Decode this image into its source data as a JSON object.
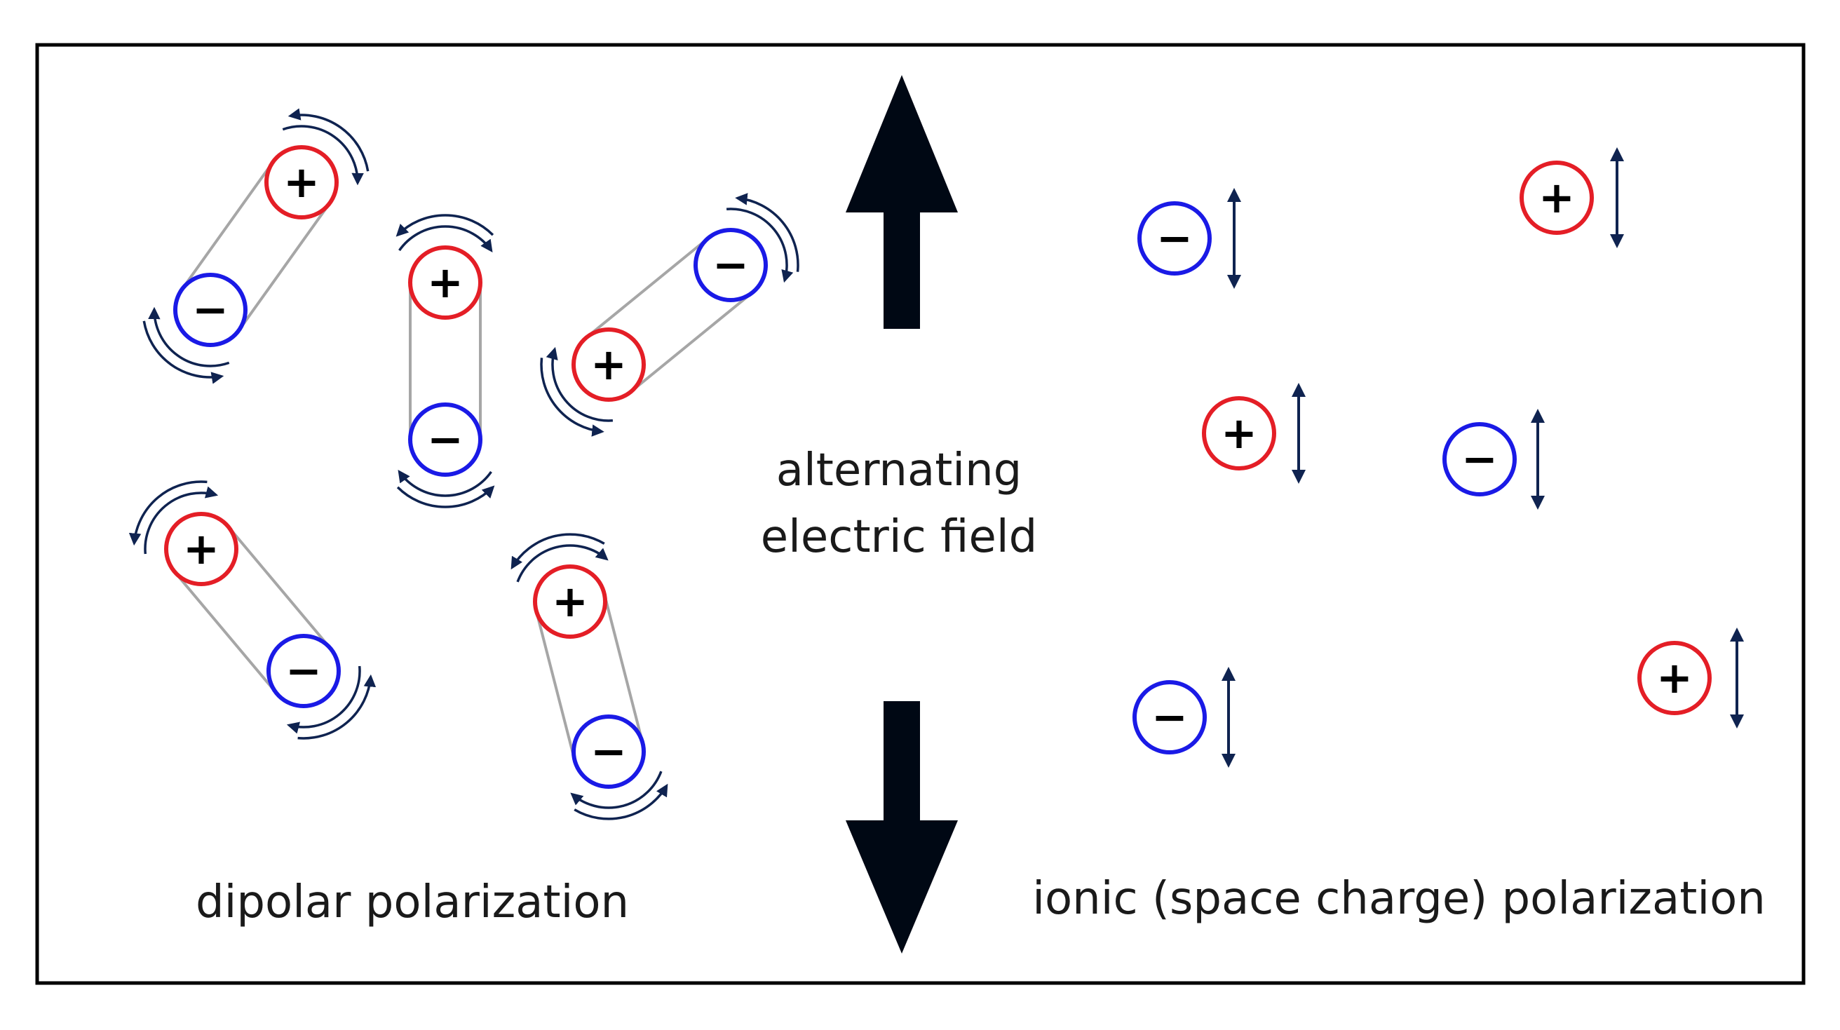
{
  "labels": {
    "field_line1": "alternating",
    "field_line2": "electric field",
    "dipolar": "dipolar polarization",
    "ionic": "ionic (space charge) polarization"
  },
  "signs": {
    "positive": "+",
    "negative": "−"
  },
  "colors": {
    "positive": "#e41e26",
    "negative": "#1a1ae6",
    "arrow": "#0f2350",
    "field_arrow": "#000814",
    "bond": "#a6a6a6",
    "frame": "#000000",
    "text": "#1a1a1a"
  },
  "icons": {
    "rotation": "curved-double-arrow",
    "oscillation": "vertical-double-arrow",
    "field": "block-arrow"
  }
}
